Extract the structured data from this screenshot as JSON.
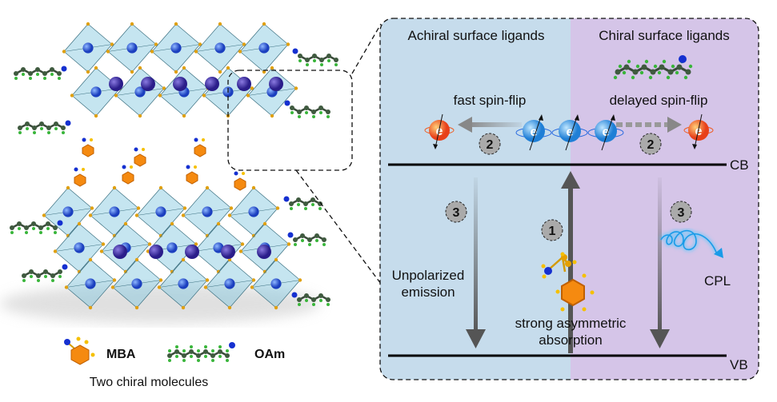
{
  "left": {
    "legend": {
      "mba": "MBA",
      "oam": "OAm",
      "caption": "Two chiral molecules"
    }
  },
  "panel": {
    "left_title": "Achiral surface ligands",
    "right_title": "Chiral surface ligands",
    "fast_label": "fast spin-flip",
    "delayed_label": "delayed spin-flip",
    "cb": "CB",
    "vb": "VB",
    "step1": "1",
    "step2": "2",
    "step3": "3",
    "unpolarized_1": "Unpolarized",
    "unpolarized_2": "emission",
    "absorption_1": "strong asymmetric",
    "absorption_2": "absorption",
    "cpl": "CPL",
    "electron": "e",
    "colors": {
      "achiral_bg": "#c6dcec",
      "chiral_bg": "#d5c5e8",
      "spin_up": "#3a8fe0",
      "spin_flipped": "#f05a1e"
    }
  }
}
